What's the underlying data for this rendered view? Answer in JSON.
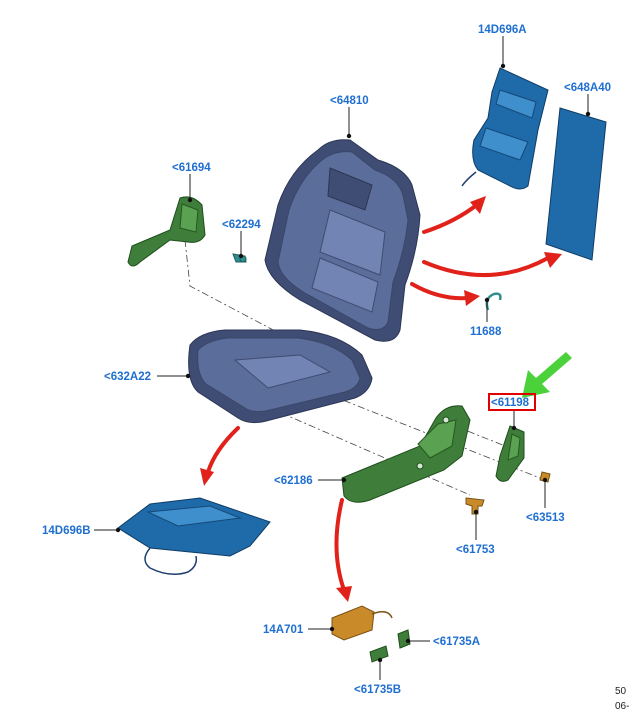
{
  "parts": {
    "p14D696A": "14D696A",
    "p648A40": "<648A40",
    "p64810": "<64810",
    "p61694": "<61694",
    "p62294": "<62294",
    "p11688": "11688",
    "p632A22": "<632A22",
    "p61198": "<61198",
    "p62186": "<62186",
    "p63513": "<63513",
    "p61753": "<61753",
    "p14D696B": "14D696B",
    "p14A701": "14A701",
    "p61735A": "<61735A",
    "p61735B": "<61735B"
  },
  "highlight": {
    "part": "<61198",
    "box_color": "#e00000",
    "pointer_color": "#4bd13a"
  },
  "footer": {
    "line1": "50",
    "line2": "06-"
  },
  "colors": {
    "label": "#1f6fd1",
    "seat": "#5b6d9a",
    "bracket": "#3f7d3a",
    "pad": "#1f6aa8",
    "arrow": "#e1221b"
  }
}
